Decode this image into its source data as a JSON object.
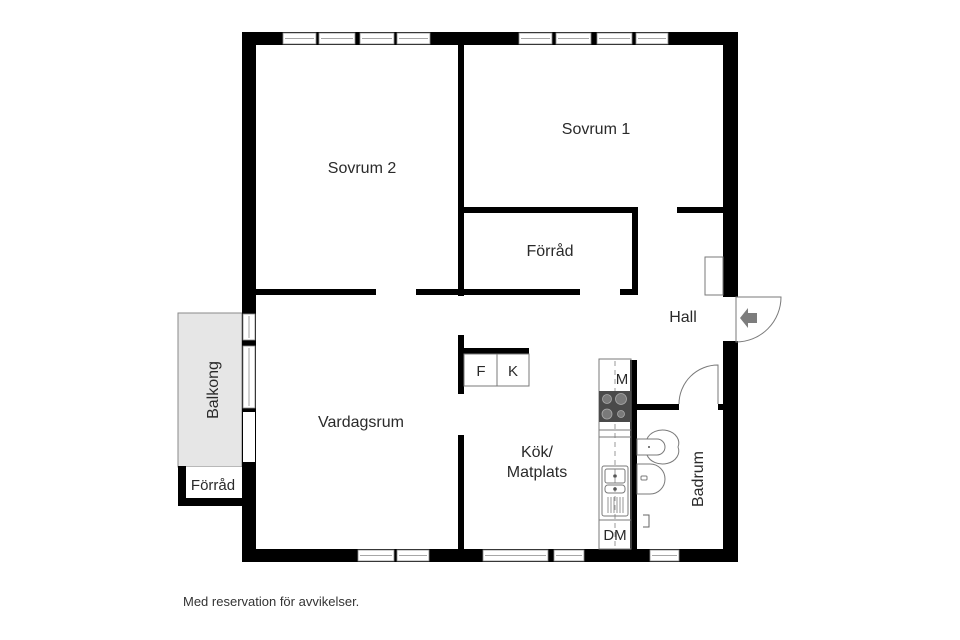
{
  "floorplan": {
    "rooms": {
      "sovrum2": "Sovrum 2",
      "sovrum1": "Sovrum 1",
      "forrad_inner": "Förråd",
      "hall": "Hall",
      "vardagsrum": "Vardagsrum",
      "kok_line1": "Kök/",
      "kok_line2": "Matplats",
      "badrum": "Badrum",
      "balkong": "Balkong",
      "forrad_balkong": "Förråd"
    },
    "appliances": {
      "freezer": "F",
      "fridge": "K",
      "microwave": "M",
      "dishwasher": "DM"
    },
    "entrance_icon": "entrance-arrow-icon",
    "colors": {
      "wall": "#000000",
      "balcony_fill": "#e6e6e6",
      "stove": "#4a4a4a",
      "arrow": "#7d7d7d",
      "text": "#2a2a2a"
    }
  },
  "footer": {
    "disclaimer": "Med reservation för avvikelser."
  }
}
